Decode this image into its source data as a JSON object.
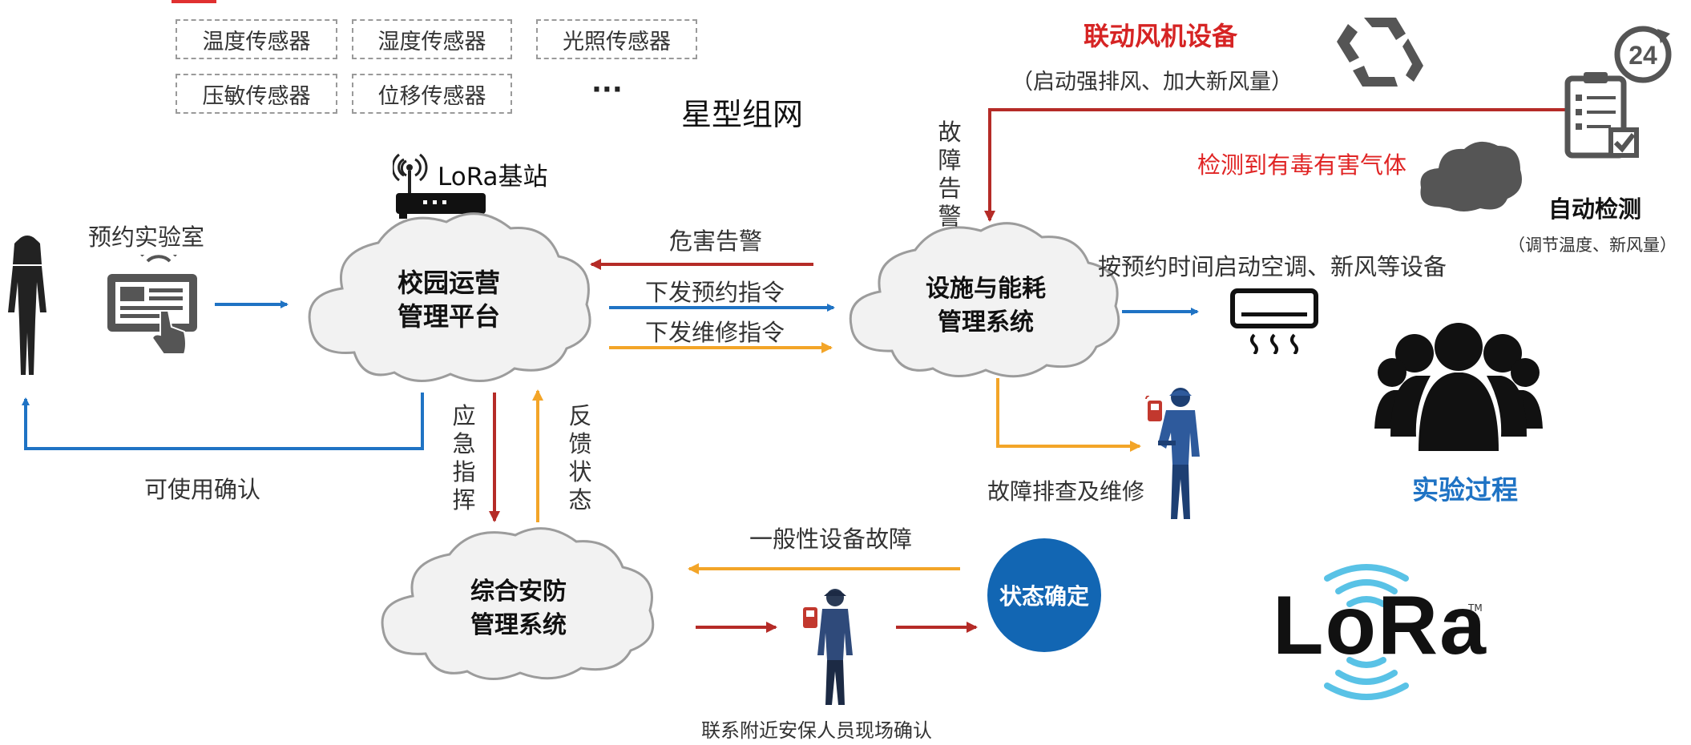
{
  "sensors": {
    "row1": [
      "温度传感器",
      "湿度传感器",
      "光照传感器"
    ],
    "row2": [
      "压敏传感器",
      "位移传感器"
    ],
    "ellipsis": "···",
    "network_label": "星型组网"
  },
  "lora_station": {
    "label": "LoRa基站"
  },
  "user": {
    "reserve_label": "预约实验室",
    "confirm_label": "可使用确认"
  },
  "clouds": {
    "campus": {
      "line1": "校园运营",
      "line2": "管理平台"
    },
    "facility": {
      "line1": "设施与能耗",
      "line2": "管理系统"
    },
    "security": {
      "line1": "综合安防",
      "line2": "管理系统"
    }
  },
  "flows": {
    "hazard_alarm": "危害告警",
    "send_reservation": "下发预约指令",
    "send_repair": "下发维修指令",
    "emergency_command": [
      "应",
      "急",
      "指",
      "挥"
    ],
    "feedback_status": [
      "反",
      "馈",
      "状",
      "态"
    ],
    "fault_alarm": [
      "故",
      "障",
      "告",
      "警"
    ],
    "start_devices": "按预约时间启动空调、新风等设备",
    "troubleshoot": "故障排查及维修",
    "general_fault": "一般性设备故障",
    "contact_guard": "联系附近安保人员现场确认"
  },
  "status_confirm": {
    "label": "状态确定"
  },
  "detection": {
    "fan_title": "联动风机设备",
    "fan_sub": "（启动强排风、加大新风量）",
    "toxic_gas": "检测到有毒有害气体",
    "auto_title": "自动检测",
    "auto_sub": "（调节温度、新风量）",
    "clock_number": "24"
  },
  "experiment": {
    "label": "实验过程"
  },
  "lora_logo": {
    "text": "LoRa",
    "tm": "TM"
  },
  "colors": {
    "blue": "#1f73c4",
    "red": "#b52b27",
    "orange": "#f3a528",
    "bright_red": "#e02424",
    "status_circle": "#1266b3"
  }
}
